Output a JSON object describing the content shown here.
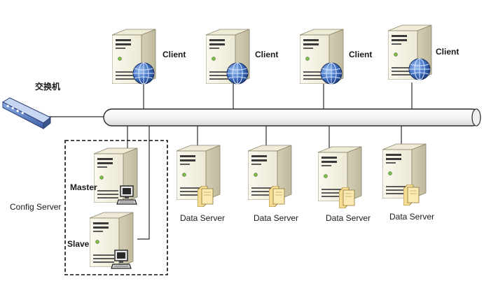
{
  "switch": {
    "label": "交换机"
  },
  "clients": [
    {
      "label": "Client"
    },
    {
      "label": "Client"
    },
    {
      "label": "Client"
    },
    {
      "label": "Client"
    }
  ],
  "data_servers": [
    {
      "label": "Data Server"
    },
    {
      "label": "Data Server"
    },
    {
      "label": "Data Server"
    },
    {
      "label": "Data Server"
    }
  ],
  "config_server": {
    "label": "Config Server",
    "master": {
      "label": "Master"
    },
    "slave": {
      "label": "Slave"
    }
  },
  "colors": {
    "bus_fill": "#ffffff",
    "line": "#2b2b2b",
    "tower_front": "#f6f3e6",
    "tower_side": "#d9d4bd",
    "tower_top": "#ebe7d3",
    "globe": "#2f5da8",
    "folder": "#f2d68a",
    "switch_body": "#5b7fc0"
  }
}
